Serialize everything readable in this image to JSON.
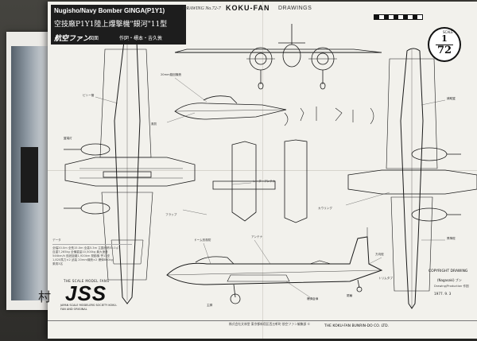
{
  "title_block": {
    "english": "Nugisho/Navy Bomber GINGA(P1Y1)",
    "japanese": "空技廠P1Y1陸上爆撃機\"銀河\"11型",
    "logo": "航空ファン",
    "sub": "図面",
    "credits": "作図・標本・吉久敦"
  },
  "header": {
    "drawing_no": "DRAWING No.72-7",
    "brand": "KOKU-FAN",
    "brand_sub": "DRAWINGS"
  },
  "scale": {
    "numerator": "1",
    "denominator": "72",
    "word": "SCALE"
  },
  "spec_heading": "データ",
  "spec_lines": [
    "全幅20.0m 全長15.0m 全高5.3m 主翼面積55.0㎡",
    "自重7,265kg 全備重量10,500kg 最大速度",
    "546km/h 航続距離1,920km 発動機 誉11型",
    "1,820馬力×2 武装 20mm機銃×2 爆弾800kg",
    "乗員3名"
  ],
  "logo": {
    "top": "THE SCALE MODEL FANS",
    "mark": "JSS",
    "sub": "JAPAN SCALE MODELERS SOCIETY KOKU-FAN AND ORIGINAL"
  },
  "copyright": "COPYRIGHT DRAWING",
  "copyright_sub": "(Nagasaki) ブン",
  "drawn_by": "Drawing/Production 作図",
  "date": "1977. 9. 3",
  "footer": {
    "left": "株式会社文林堂 東京都新宿区西五軒町 航空ファン編集部 ©",
    "mid": "THE KOKU-FAN BUNRIN-DO CO. LTD."
  },
  "callouts": {
    "gun": "20mm旋回機銃",
    "canopy": "風防",
    "dome": "ドーム形風防",
    "antenna": "アンテナ",
    "pitot": "ピトー管",
    "flap": "フラップ",
    "aileron": "補助翼",
    "nav_light": "翼端灯",
    "cowl": "カウリング",
    "radar": "レーダーアンテナ",
    "bomb_bay": "爆弾倉扉",
    "tail_wheel": "尾輪",
    "main_gear": "主脚",
    "elevator": "昇降舵",
    "rudder": "方向舵",
    "trim": "トリムタブ"
  }
}
